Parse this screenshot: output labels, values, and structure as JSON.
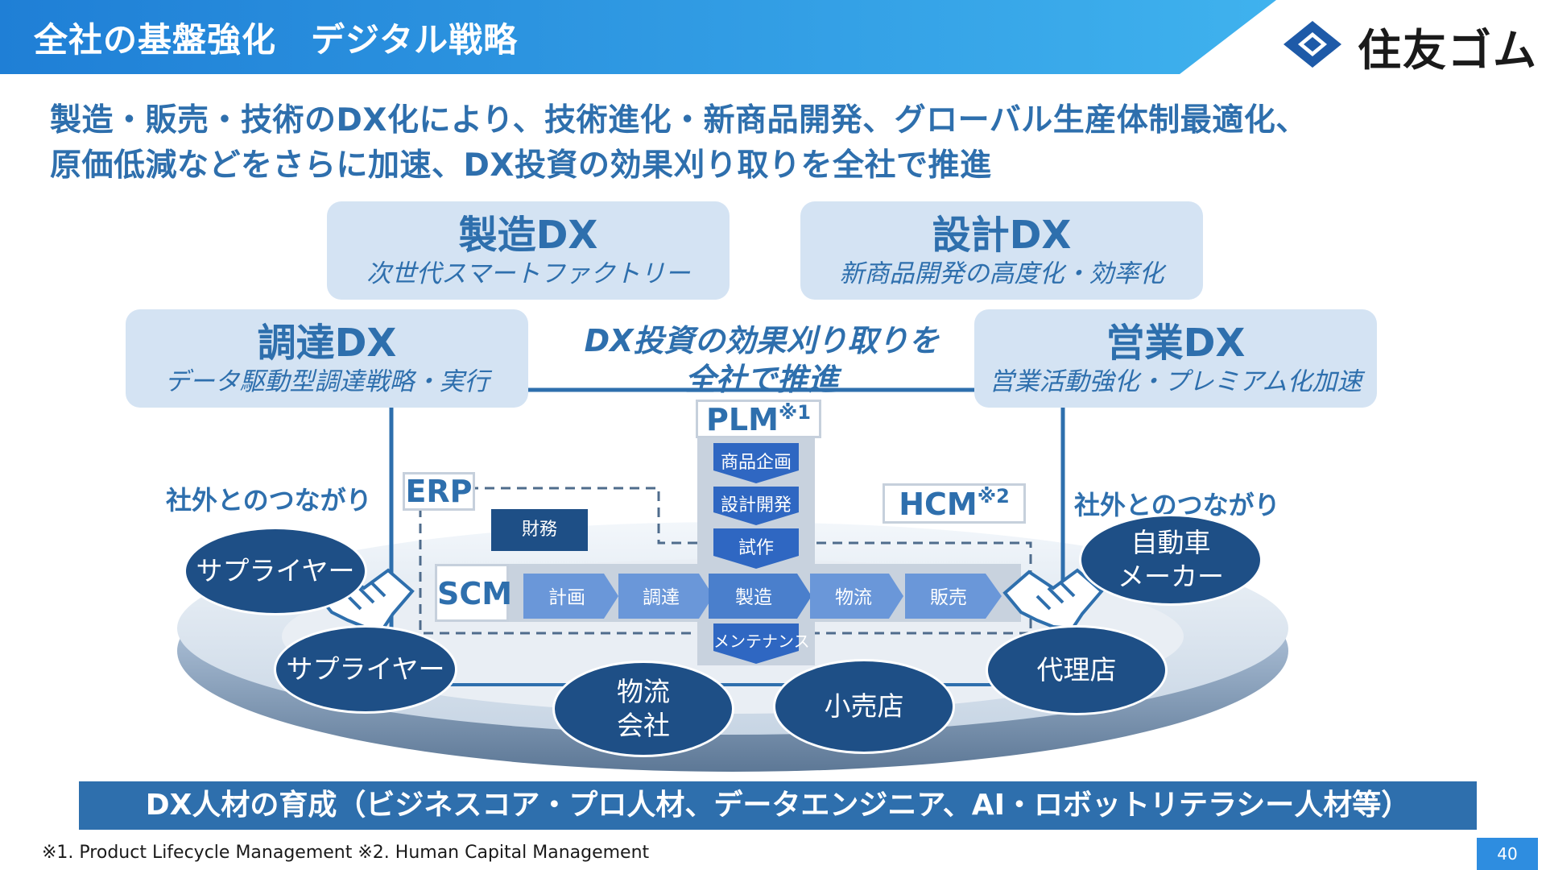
{
  "header": {
    "title": "全社の基盤強化　デジタル戦略",
    "logo_text": "住友ゴム",
    "logo_icon": "diamond-logo-icon"
  },
  "headline": {
    "line1": "製造・販売・技術のDX化により、技術進化・新商品開発、グローバル生産体制最適化、",
    "line2": "原価低減などをさらに加速、DX投資の効果刈り取りを全社で推進"
  },
  "dx_boxes": {
    "manufacturing": {
      "title": "製造DX",
      "subtitle": "次世代スマートファクトリー"
    },
    "design": {
      "title": "設計DX",
      "subtitle": "新商品開発の高度化・効率化"
    },
    "procurement": {
      "title": "調達DX",
      "subtitle": "データ駆動型調達戦略・実行"
    },
    "sales": {
      "title": "営業DX",
      "subtitle": "営業活動強化・プレミアム化加速"
    }
  },
  "center_message": {
    "line1": "DX投資の効果刈り取りを",
    "line2": "全社で推進"
  },
  "external": {
    "left_label": "社外とのつながり",
    "right_label": "社外とのつながり"
  },
  "partners": {
    "supplier1": "サプライヤー",
    "supplier2": "サプライヤー",
    "logistics_l1": "物流",
    "logistics_l2": "会社",
    "retail": "小売店",
    "dealer": "代理店",
    "automaker_l1": "自動車",
    "automaker_l2": "メーカー"
  },
  "systems": {
    "erp": "ERP",
    "plm": "PLM",
    "plm_note": "※1",
    "hcm": "HCM",
    "hcm_note": "※2",
    "scm": "SCM",
    "finance": "財務"
  },
  "plm_steps": [
    "商品企画",
    "設計開発",
    "試作",
    "メンテナンス"
  ],
  "scm_steps": [
    "計画",
    "調達",
    "製造",
    "物流",
    "販売"
  ],
  "bottom_bar": "DX人材の育成（ビジネスコア・プロ人材、データエンジニア、AI・ロボットリテラシー人材等）",
  "footnote": "※1. Product Lifecycle Management ※2. Human Capital Management",
  "page_number": "40",
  "colors": {
    "dark_blue": "#1e4f86",
    "brand_blue": "#2e6fad",
    "light_box": "#d4e3f3",
    "step_blue": "#5b8fd6",
    "header_blue": "#1f7fd6"
  }
}
